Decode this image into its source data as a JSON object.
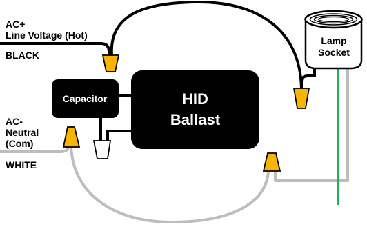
{
  "labels": {
    "hot_line1": "AC+",
    "hot_line2": "Line Voltage (Hot)",
    "hot_color": "BLACK",
    "neutral_line1": "AC-",
    "neutral_line2": "Neutral",
    "neutral_line3": "(Com)",
    "neutral_color": "WHITE"
  },
  "components": {
    "capacitor": "Capacitor",
    "ballast_line1": "HID",
    "ballast_line2": "Ballast",
    "socket_line1": "Lamp",
    "socket_line2": "Socket"
  },
  "colors": {
    "hot_wire": "#000000",
    "neutral_wire": "#bdbdbd",
    "ground_wire": "#22b14c",
    "wire_nut": "#f7b500",
    "component_fill": "#000000",
    "component_text": "#ffffff"
  }
}
